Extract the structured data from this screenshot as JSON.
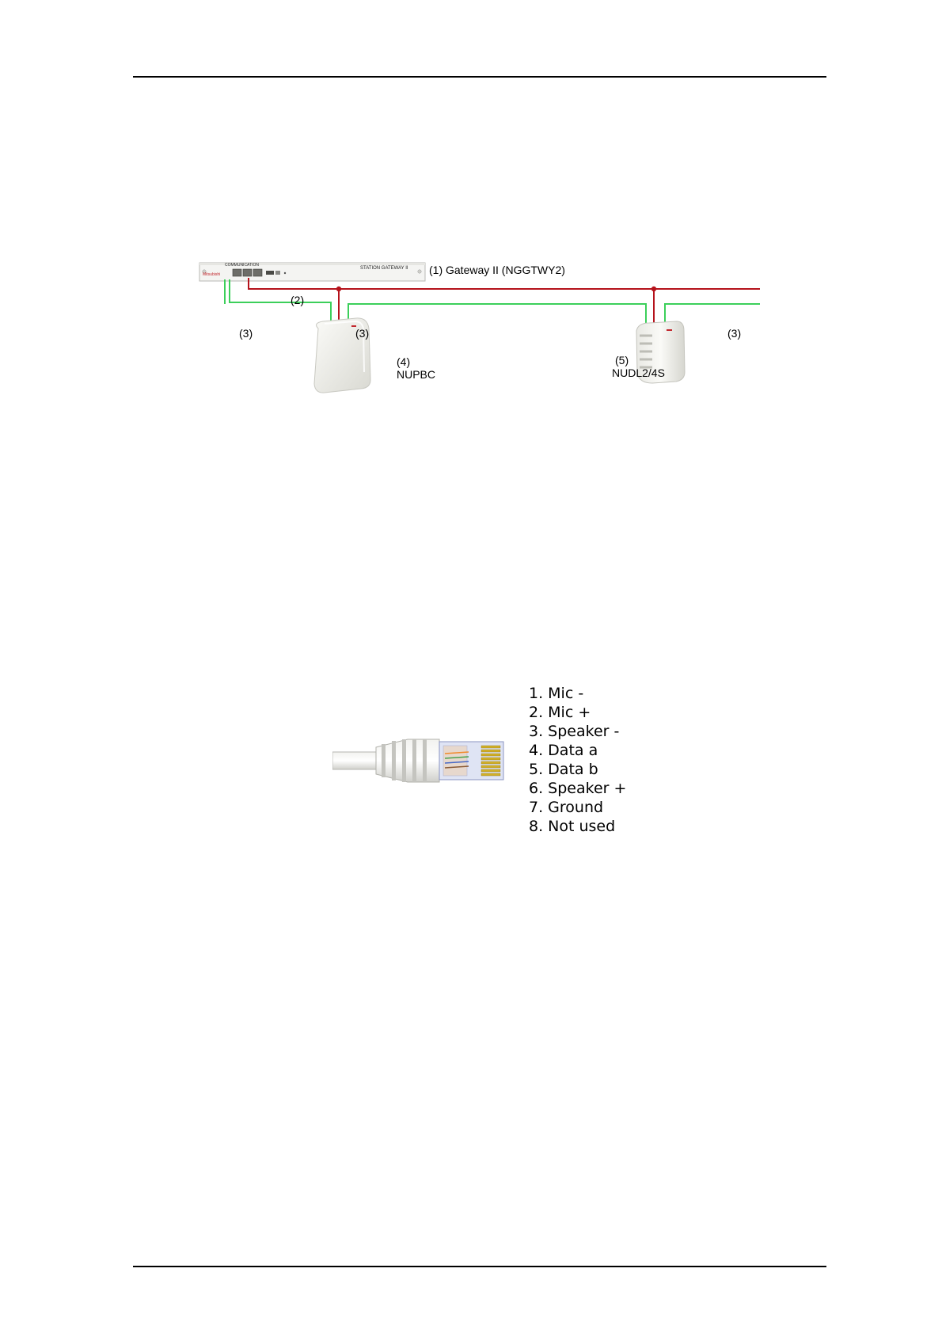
{
  "wiring_diagram": {
    "gateway": {
      "label": "(1) Gateway II (NGGTWY2)",
      "panel_text": "STATION GATEWAY II",
      "header_text": "COMMUNICATION",
      "brand_text": "Mitsubishi"
    },
    "cables": {
      "bus_label": "(2)",
      "drop_label_left": "(3)",
      "drop_label_mid": "(3)",
      "drop_label_right": "(3)",
      "bus_color": "#b5121b",
      "drop_color": "#3ccf5a"
    },
    "devices": [
      {
        "number": "(4)",
        "name": "NUPBC"
      },
      {
        "number": "(5)",
        "name": "NUDL2/4S"
      }
    ]
  },
  "pinout": {
    "pins": [
      "1. Mic -",
      "2. Mic +",
      "3. Speaker -",
      "4. Data a",
      "5. Data b",
      "6. Speaker +",
      "7. Ground",
      "8. Not used"
    ]
  }
}
